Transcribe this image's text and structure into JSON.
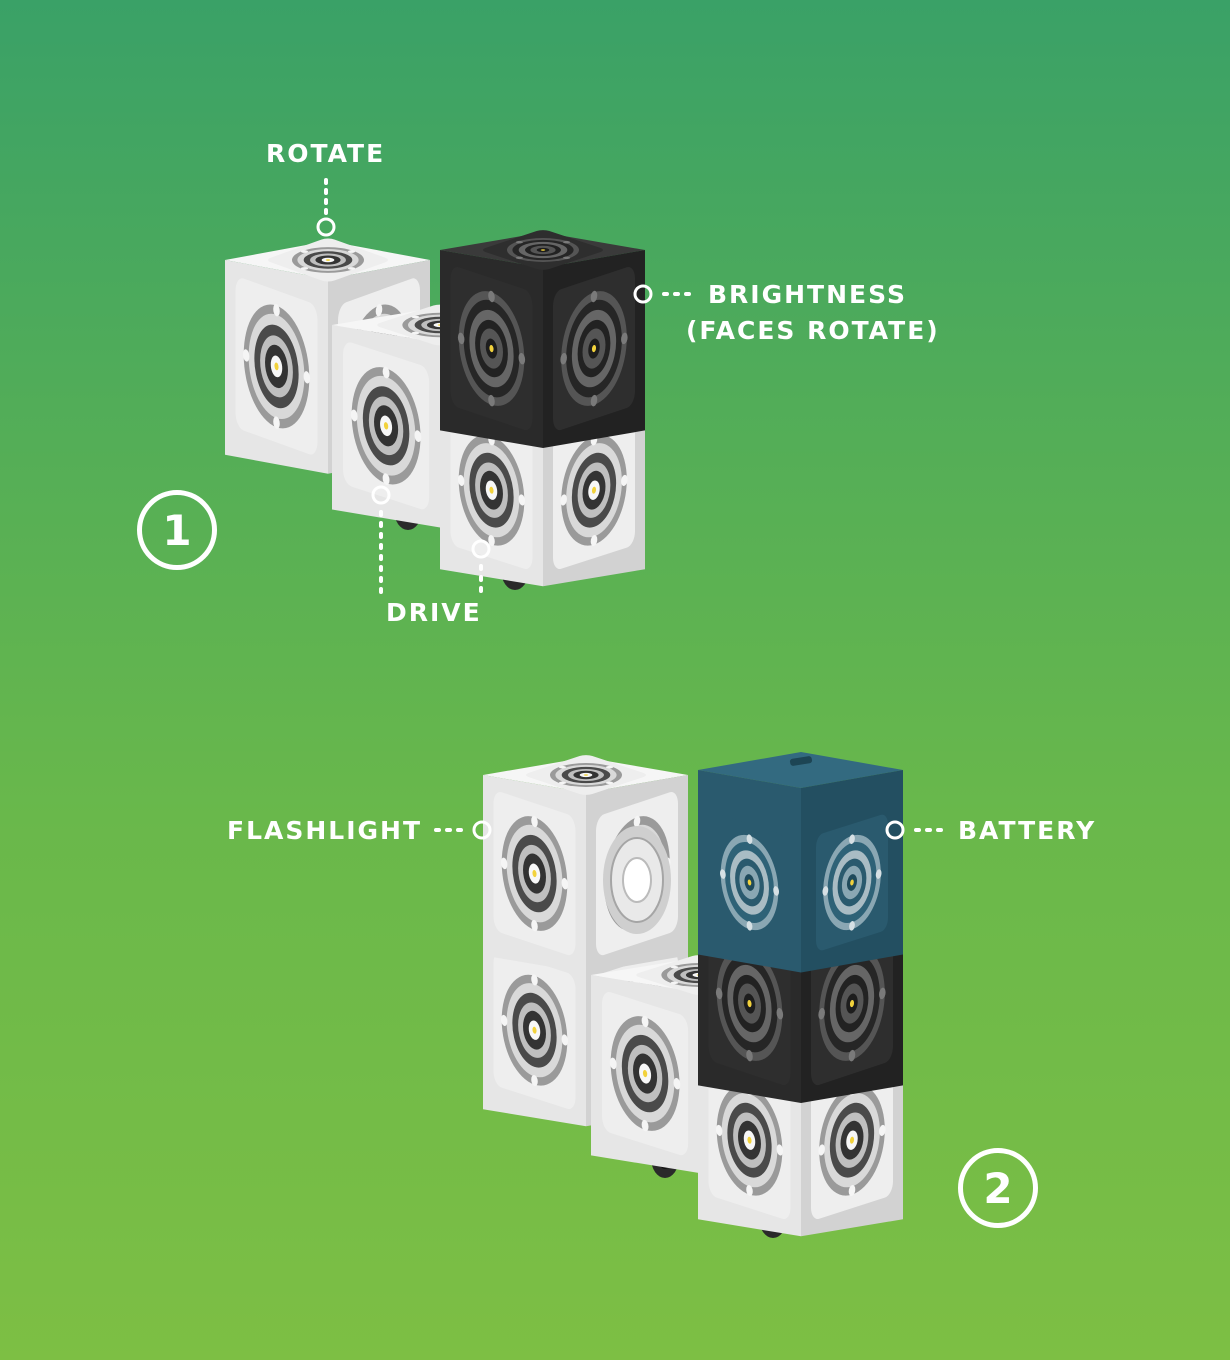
{
  "configurations": [
    {
      "number": "1",
      "labels": {
        "rotate": "ROTATE",
        "brightness": "BRIGHTNESS",
        "brightness_sub": "(FACES ROTATE)",
        "drive": "DRIVE"
      },
      "cubes": [
        {
          "name": "rotate-cube",
          "color": "white"
        },
        {
          "name": "drive-cube-back",
          "color": "white"
        },
        {
          "name": "brightness-cube",
          "color": "black"
        },
        {
          "name": "drive-cube-front",
          "color": "white"
        }
      ]
    },
    {
      "number": "2",
      "labels": {
        "flashlight": "FLASHLIGHT",
        "battery": "BATTERY"
      },
      "cubes": [
        {
          "name": "flashlight-cube",
          "color": "white"
        },
        {
          "name": "battery-cube",
          "color": "teal"
        },
        {
          "name": "white-cube-lower-left",
          "color": "white"
        },
        {
          "name": "drive-cube-middle",
          "color": "white"
        },
        {
          "name": "black-cube-middle",
          "color": "black"
        },
        {
          "name": "drive-cube-front",
          "color": "white"
        }
      ]
    }
  ],
  "colors": {
    "white_cube": "#f1f1f1",
    "black_cube": "#2b2b2b",
    "teal_cube": "#2a5a6e",
    "accent_led": "#f2d23c",
    "leader_line": "#ffffff"
  }
}
